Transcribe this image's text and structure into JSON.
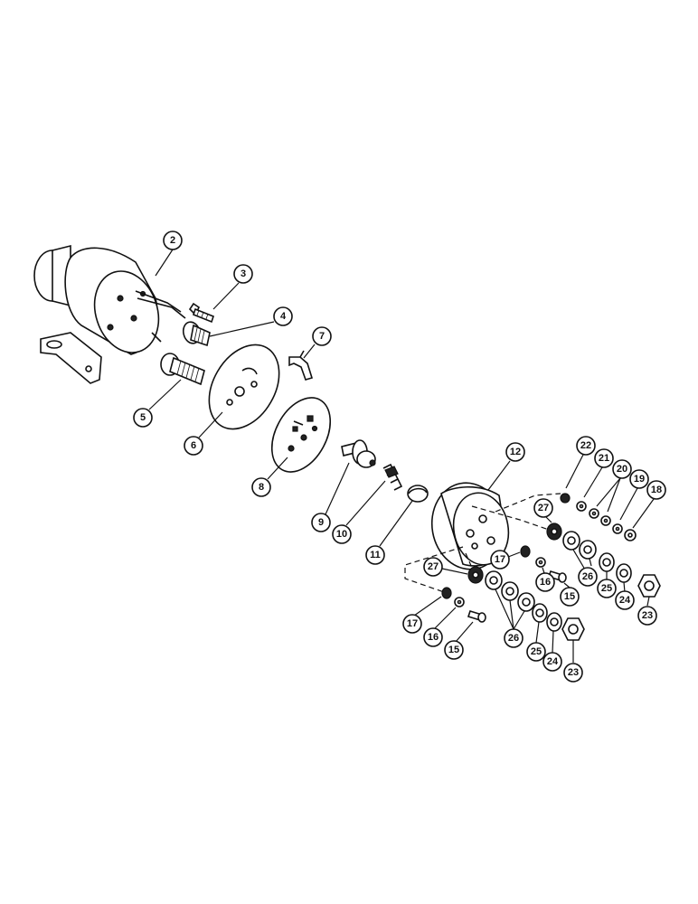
{
  "callouts": {
    "c2": "2",
    "c3": "3",
    "c4": "4",
    "c5": "5",
    "c6": "6",
    "c7": "7",
    "c8": "8",
    "c9": "9",
    "c10": "10",
    "c11": "11",
    "c12": "12",
    "c15a": "15",
    "c15b": "15",
    "c16a": "16",
    "c16b": "16",
    "c17a": "17",
    "c17b": "17",
    "c18": "18",
    "c19": "19",
    "c20": "20",
    "c21": "21",
    "c22": "22",
    "c23a": "23",
    "c23b": "23",
    "c24a": "24",
    "c24b": "24",
    "c25a": "25",
    "c25b": "25",
    "c26a": "26",
    "c26b": "26",
    "c27a": "27",
    "c27b": "27"
  },
  "icons": {
    "solenoid": "solenoid-body-icon",
    "bolt": "bolt-icon",
    "washer": "washer-icon",
    "nut": "nut-icon",
    "plate": "plate-icon",
    "spring": "spring-icon"
  }
}
